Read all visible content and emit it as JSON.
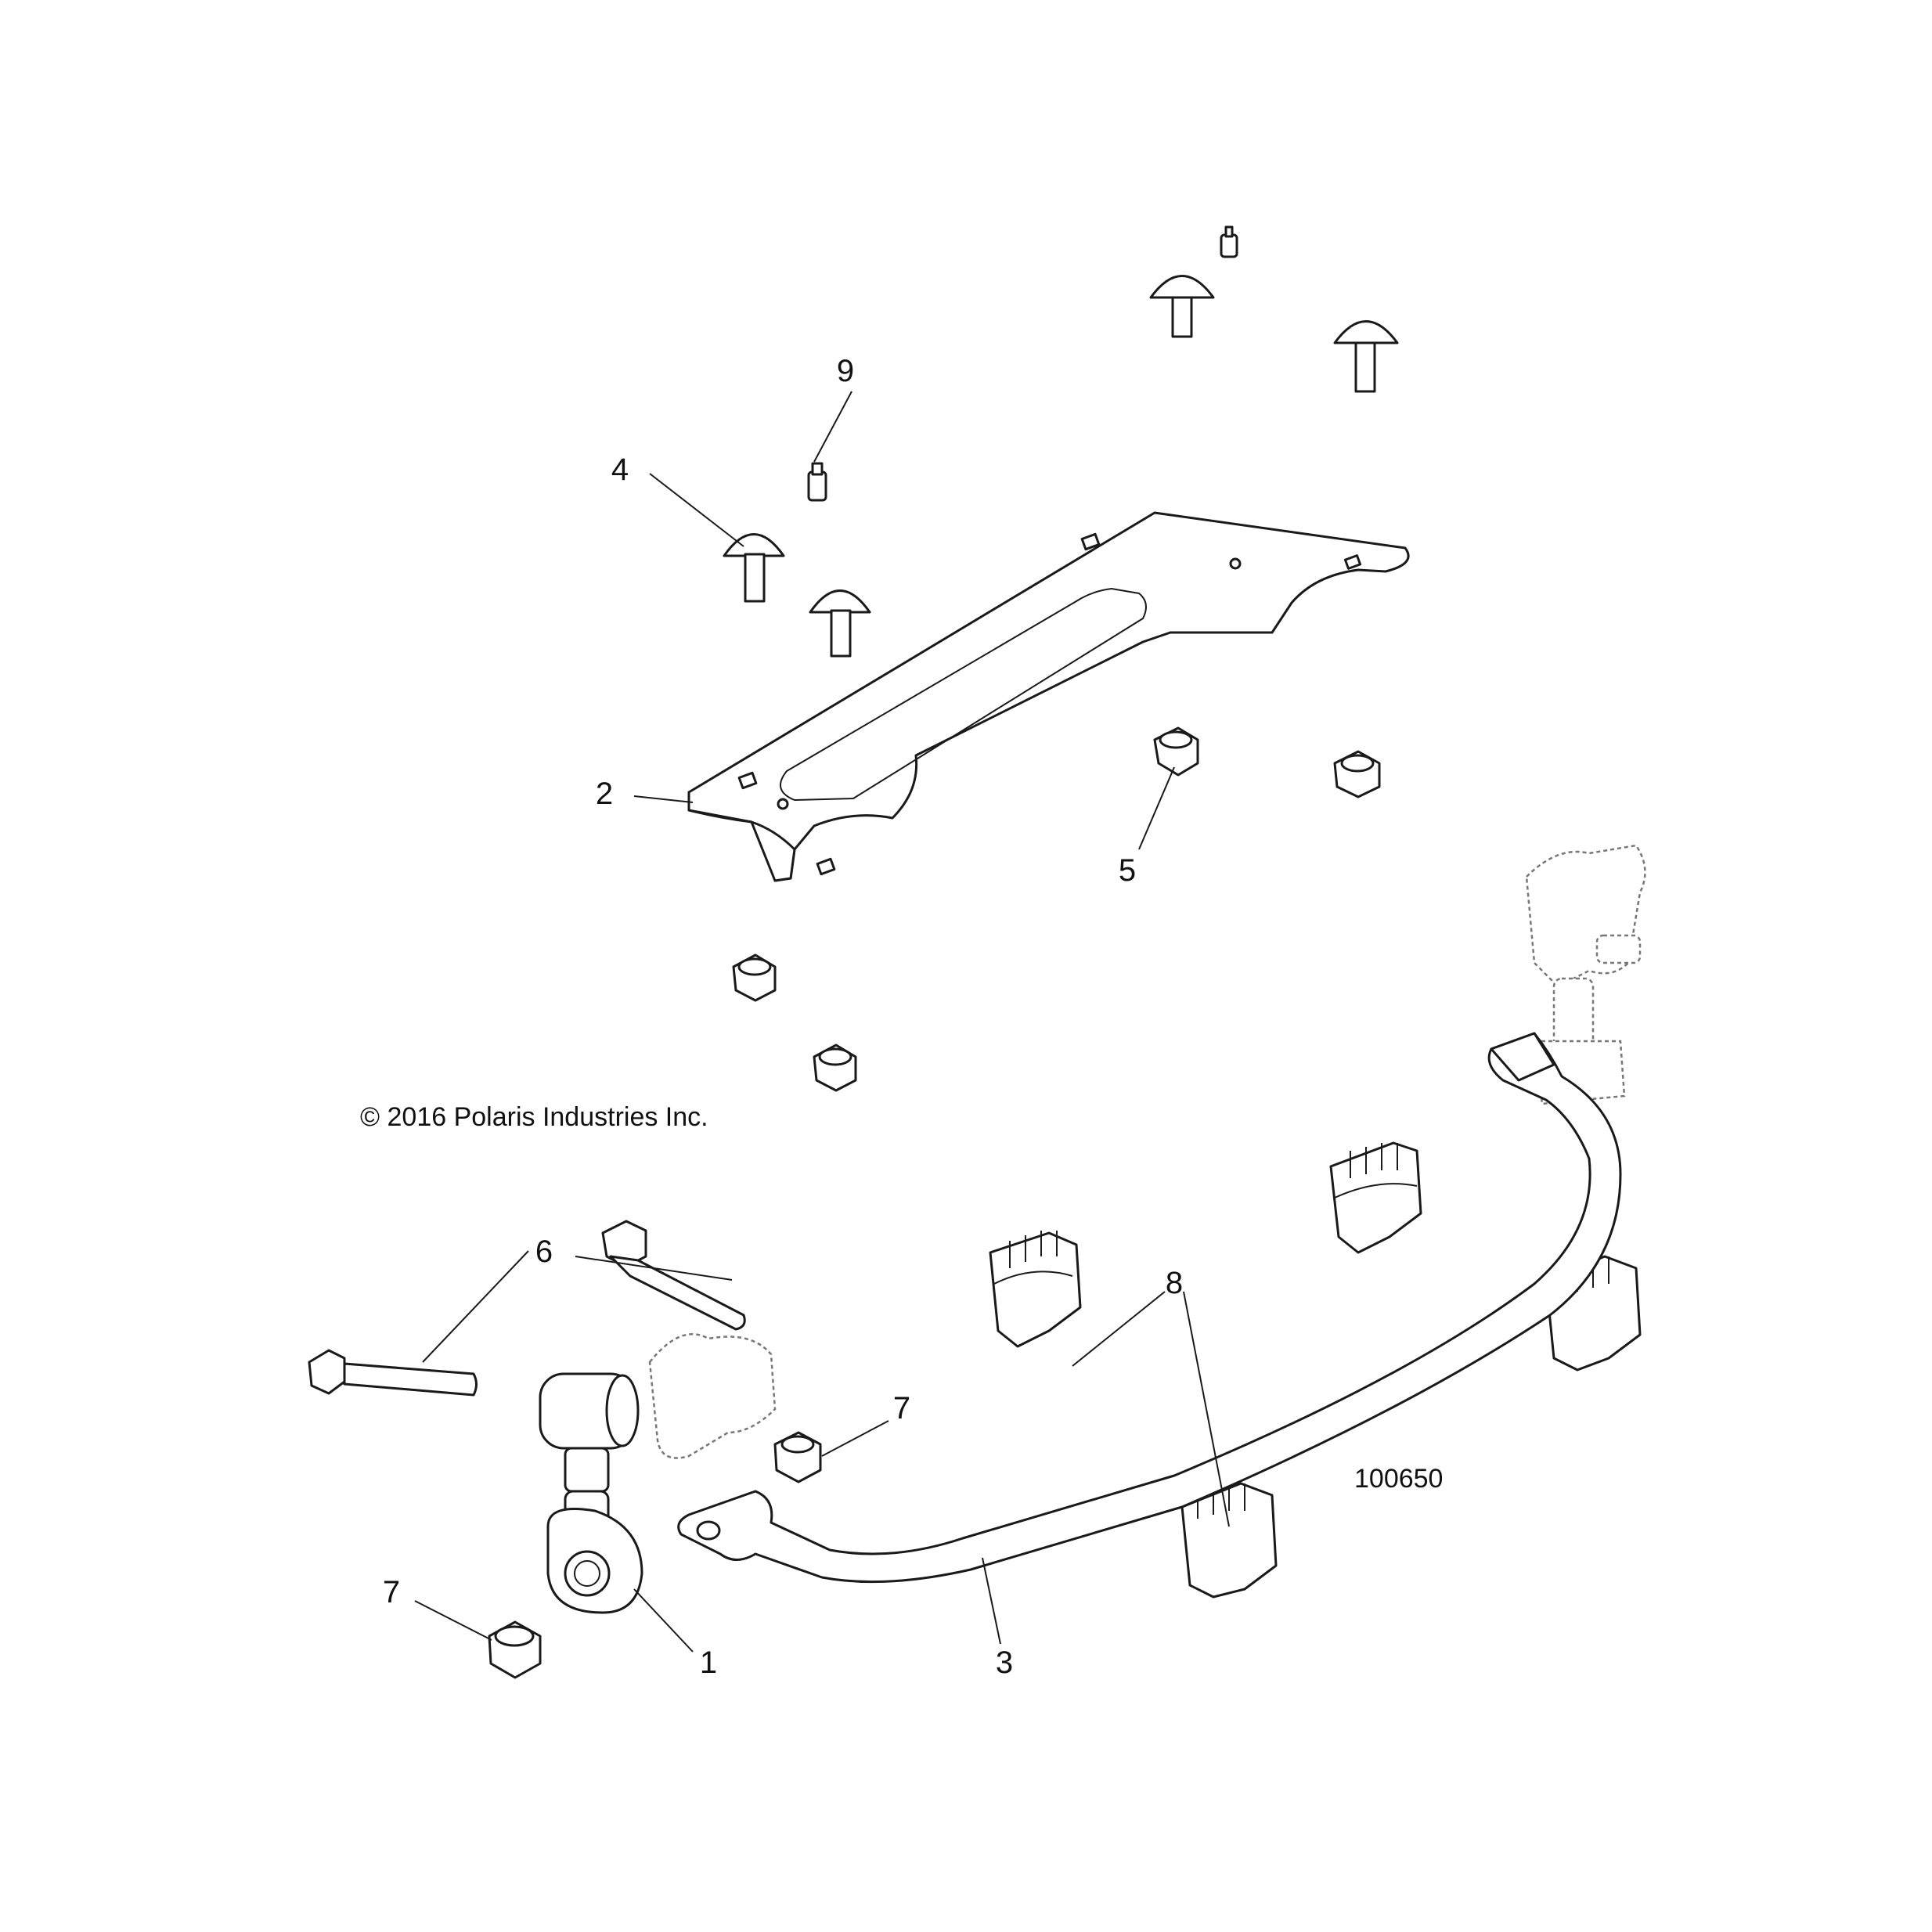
{
  "copyright": "© 2016 Polaris Industries Inc.",
  "figure_number": "100650",
  "callouts": {
    "c1": "1",
    "c2": "2",
    "c3": "3",
    "c4": "4",
    "c5": "5",
    "c6": "6",
    "c7a": "7",
    "c7b": "7",
    "c8": "8",
    "c9": "9"
  }
}
